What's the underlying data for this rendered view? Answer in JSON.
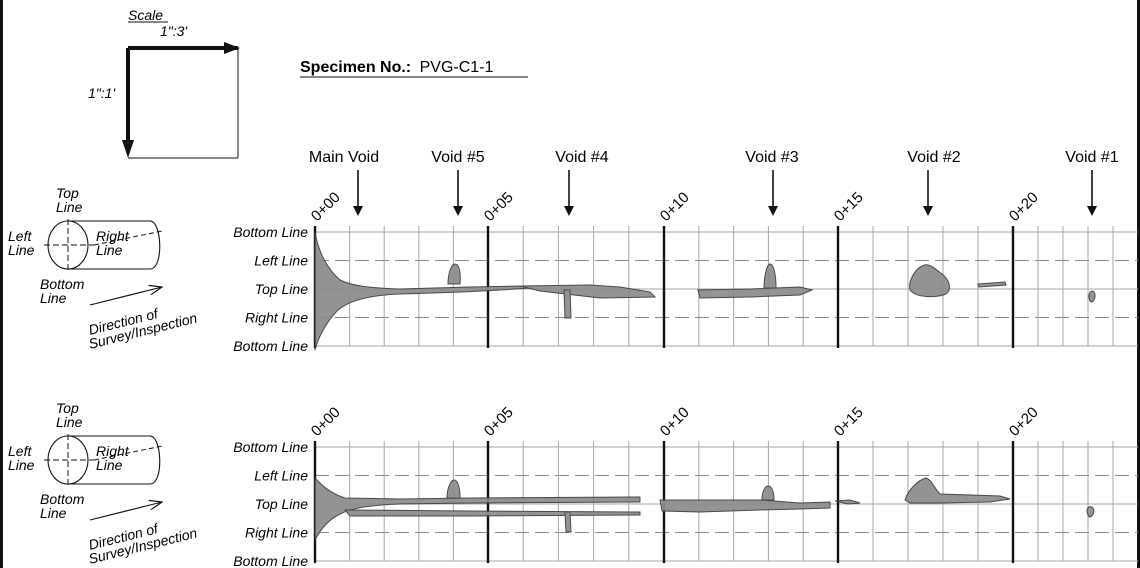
{
  "scale": {
    "title": "Scale",
    "horizontal": "1\":3'",
    "vertical": "1\":1'"
  },
  "specimen": {
    "label": "Specimen No.:",
    "value": "PVG-C1-1"
  },
  "voids": [
    "Main Void",
    "Void #5",
    "Void #4",
    "Void #3",
    "Void #2",
    "Void #1"
  ],
  "stations": [
    "0+00",
    "0+05",
    "0+10",
    "0+15",
    "0+20"
  ],
  "row_labels": [
    "Bottom Line",
    "Left Line",
    "Top Line",
    "Right Line",
    "Bottom Line"
  ],
  "pipe_key": {
    "top": [
      "Top",
      "Line"
    ],
    "left": [
      "Left",
      "Line"
    ],
    "right": [
      "Right",
      "Line"
    ],
    "bottom": [
      "Bottom",
      "Line"
    ],
    "direction": [
      "Direction of",
      "Survey/Inspection"
    ]
  },
  "colors": {
    "ink": "#111111",
    "grid": "#9a9a9a",
    "void_fill": "#8c8c8c",
    "void_stroke": "#3a3a3a"
  }
}
